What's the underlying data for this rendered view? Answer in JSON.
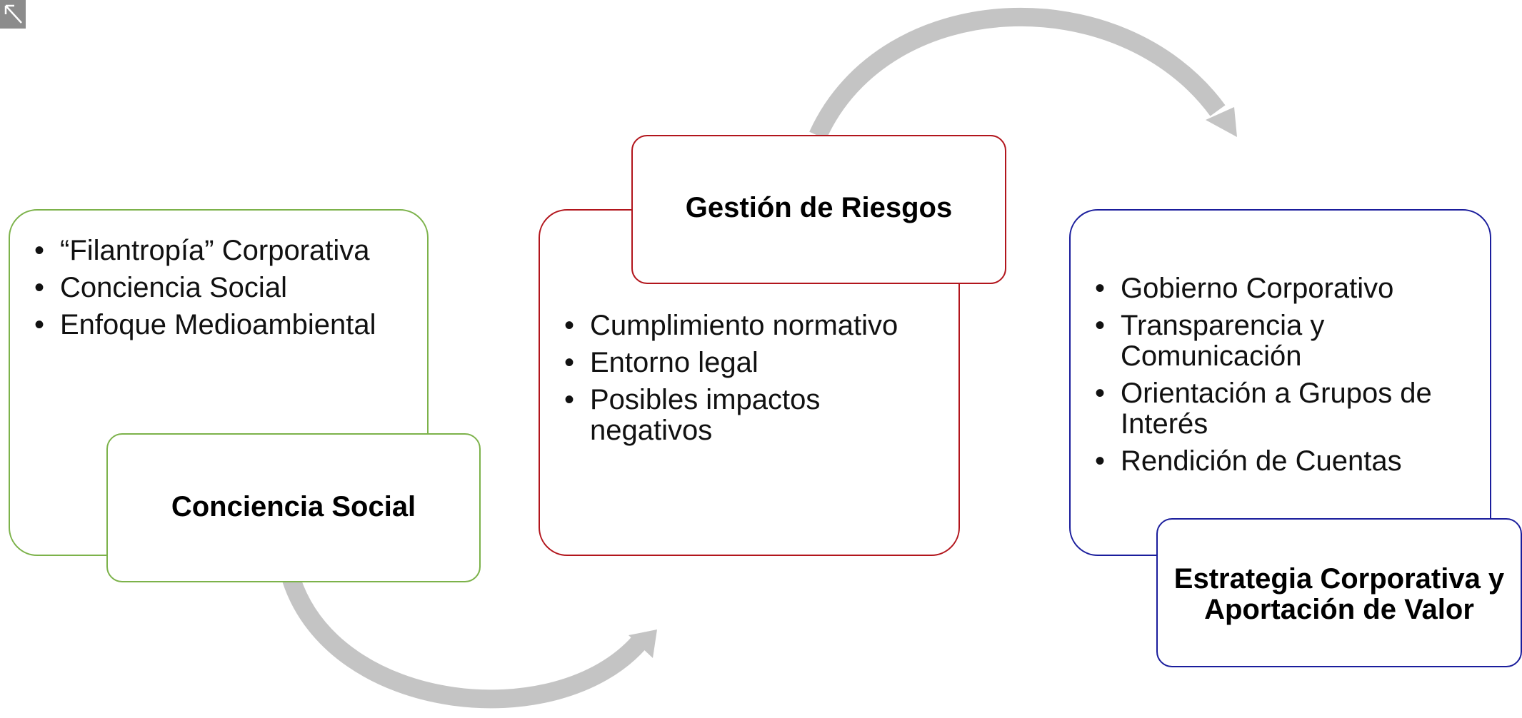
{
  "colors": {
    "stage1_border": "#7cb24a",
    "stage2_border": "#b2151c",
    "stage3_border": "#1a1d9c",
    "arrow": "#c4c4c4"
  },
  "corner_icon": "expand-icon",
  "stages": [
    {
      "title": "Conciencia Social",
      "items": [
        "“Filantropía” Corporativa",
        "Conciencia Social",
        "Enfoque Medioambiental"
      ]
    },
    {
      "title": "Gestión de Riesgos",
      "items": [
        "Cumplimiento normativo",
        "Entorno legal",
        "Posibles impactos negativos"
      ]
    },
    {
      "title": "Estrategia Corporativa y Aportación de Valor",
      "items": [
        "Gobierno Corporativo",
        "Transparencia y Comunicación",
        "Orientación a Grupos de Interés",
        "Rendición de Cuentas"
      ]
    }
  ]
}
